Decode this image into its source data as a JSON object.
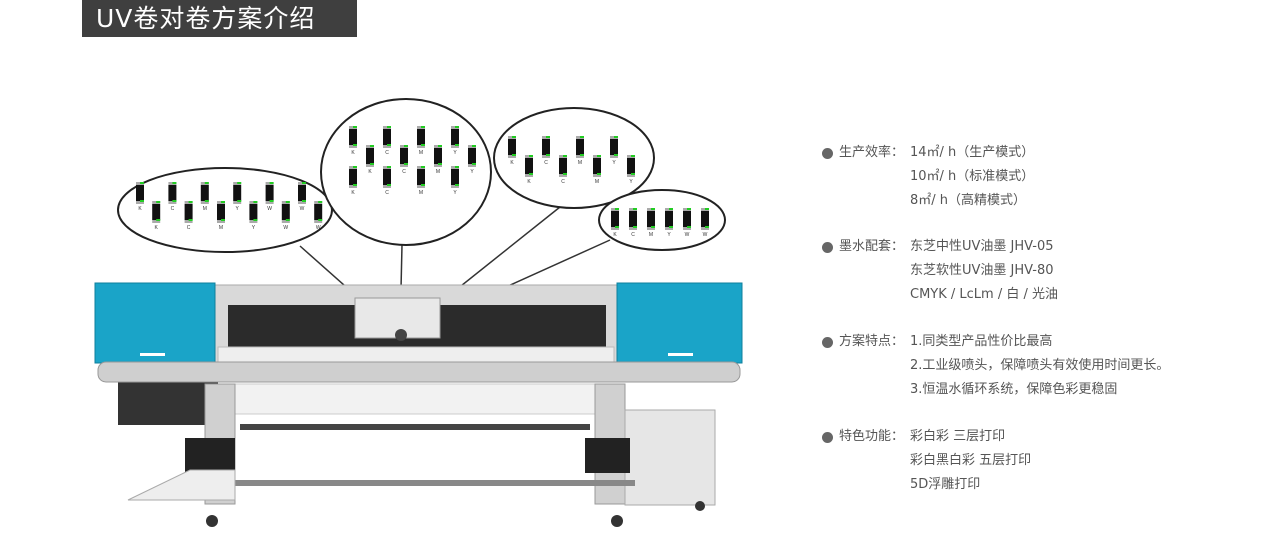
{
  "title": "UV卷对卷方案介绍",
  "colors": {
    "title_bg": "#3f3f3f",
    "panel_blue": "#1aa4c8",
    "text": "#555555",
    "cartridge_tip": "#22cc22"
  },
  "nozzle_groups": [
    {
      "labels": [
        "K",
        "K",
        "C",
        "C",
        "M",
        "M",
        "Y",
        "Y",
        "W",
        "W",
        "W",
        "W"
      ]
    },
    {
      "labels": [
        "K",
        "K",
        "C",
        "C",
        "M",
        "M",
        "Y",
        "Y"
      ],
      "lower_labels": [
        "K",
        "C",
        "M",
        "Y"
      ]
    },
    {
      "labels": [
        "K",
        "K",
        "C",
        "C",
        "M",
        "M",
        "Y",
        "Y"
      ]
    },
    {
      "labels": [
        "K",
        "C",
        "M",
        "Y",
        "W",
        "W"
      ]
    }
  ],
  "specs": [
    {
      "label": "生产效率：",
      "values": [
        "14㎡/ h（生产模式）",
        "10㎡/ h（标准模式）",
        " 8㎡/ h（高精模式）"
      ]
    },
    {
      "label": "墨水配套：",
      "values": [
        "东芝中性UV油墨   JHV-05",
        "东芝软性UV油墨   JHV-80",
        " CMYK / LcLm / 白 / 光油"
      ]
    },
    {
      "label": "方案特点：",
      "values": [
        "1.同类型产品性价比最高",
        "2.工业级喷头，保障喷头有效使用时间更长。",
        "3.恒温水循环系统，保障色彩更稳固"
      ]
    },
    {
      "label": "特色功能：",
      "values": [
        "彩白彩 三层打印",
        "彩白黑白彩 五层打印",
        "5D浮雕打印"
      ]
    }
  ]
}
